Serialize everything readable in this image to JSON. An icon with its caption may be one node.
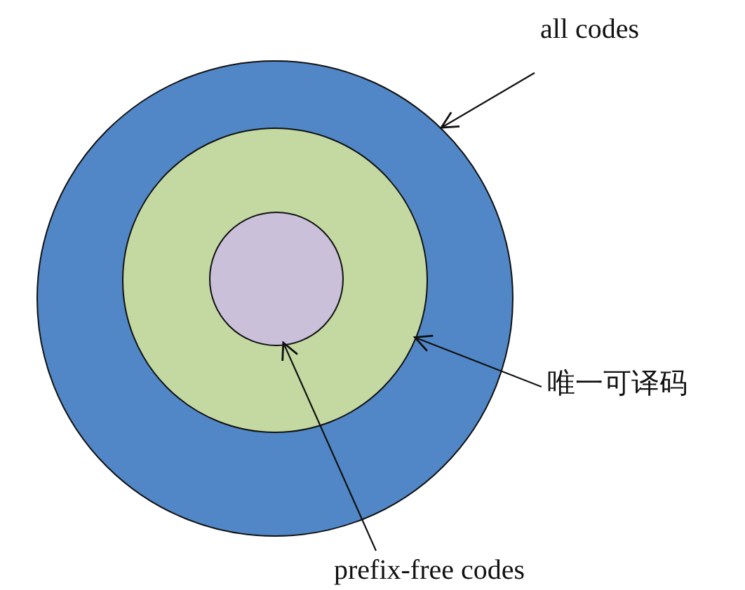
{
  "diagram": {
    "nodes": [
      {
        "text": [],
        "shape": "circle"
      },
      {
        "text": [],
        "shape": "circle",
        "in": 0
      },
      {
        "text": [],
        "shape": "circle",
        "in": 1
      },
      {
        "text": [
          "all codes"
        ]
      },
      {
        "text": [
          "唯一可译码"
        ]
      },
      {
        "text": [
          "prefix-free codes"
        ]
      }
    ],
    "edges": [
      {
        "from": 3,
        "to": 0,
        "arrow": "to"
      },
      {
        "from": 4,
        "to": 1,
        "arrow": "to"
      },
      {
        "from": 5,
        "to": 2,
        "arrow": "to"
      }
    ]
  }
}
